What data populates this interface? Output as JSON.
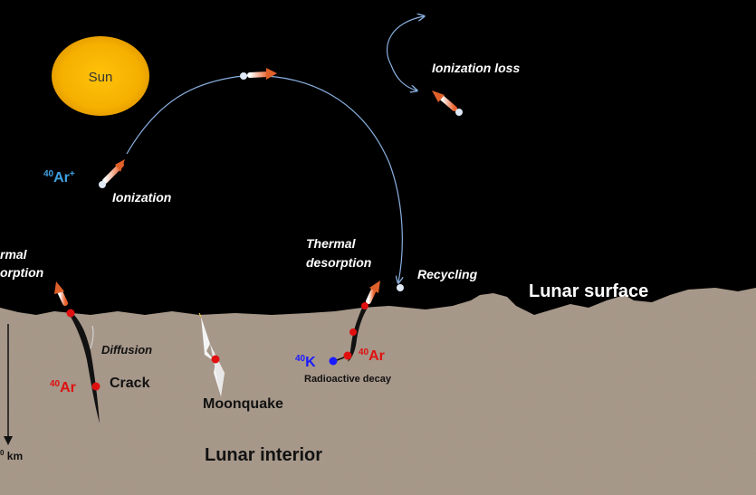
{
  "labels": {
    "sun": "Sun",
    "ar_ion_sup": "40",
    "ar_ion_main": "Ar",
    "ar_ion_charge": "+",
    "ionization": "Ionization",
    "ionization_loss": "Ionization loss",
    "thermal_desorption_left_1": "rmal",
    "thermal_desorption_left_2": "orption",
    "thermal_desorption_1": "Thermal",
    "thermal_desorption_2": "desorption",
    "recycling": "Recycling",
    "lunar_surface": "Lunar surface",
    "diffusion": "Diffusion",
    "crack": "Crack",
    "ar_left_sup": "40",
    "ar_left_main": "Ar",
    "moonquake": "Moonquake",
    "k_sup": "40",
    "k_main": "K",
    "ar_right_sup": "40",
    "ar_right_main": "Ar",
    "radioactive_decay": "Radioactive decay",
    "lunar_interior": "Lunar interior",
    "depth_sup": "0",
    "depth_unit": " km"
  },
  "colors": {
    "space": "#000000",
    "sun": "#f5b400",
    "regolith": "#a89888",
    "argon_ion": "#3fa0e0",
    "argon_atom": "#e01010",
    "potassium": "#1a1aff",
    "arrow_head": "#e0602a"
  }
}
